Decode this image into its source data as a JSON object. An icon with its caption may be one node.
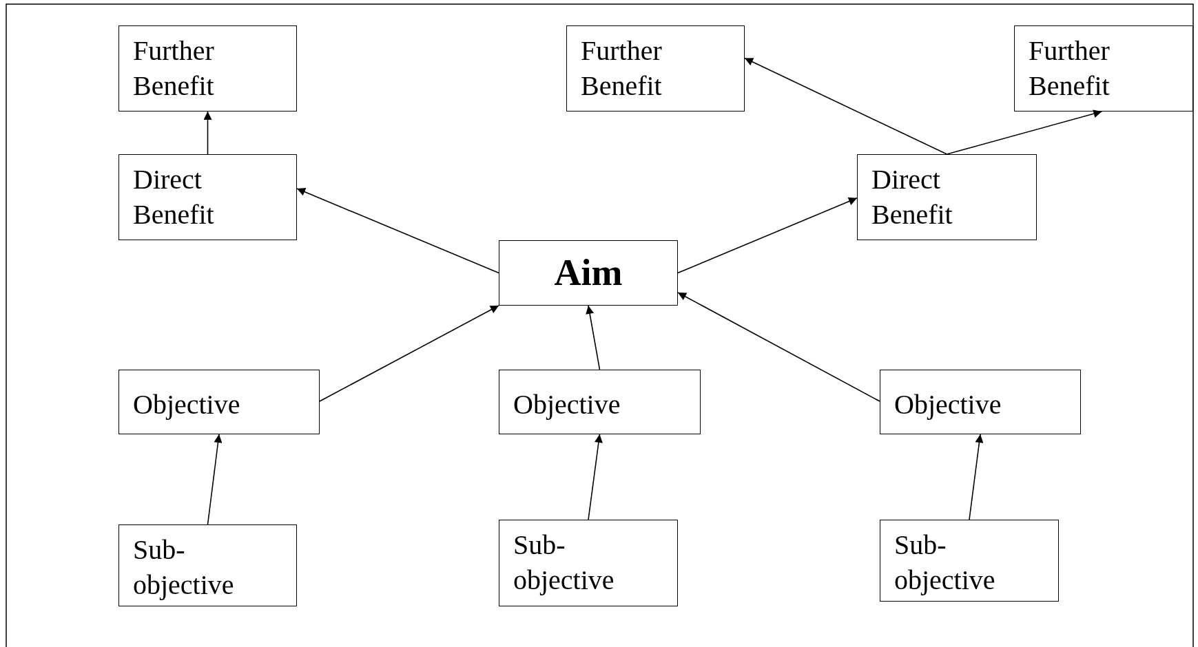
{
  "diagram": {
    "nodes": [
      {
        "text": [
          "Further Benefit"
        ]
      },
      {
        "text": [
          "Further Benefit"
        ]
      },
      {
        "text": [
          "Further Benefit"
        ]
      },
      {
        "text": [
          "Direct Benefit"
        ]
      },
      {
        "text": [
          "Aim"
        ]
      },
      {
        "text": [
          "Direct Benefit"
        ]
      },
      {
        "text": [
          "Objective"
        ]
      },
      {
        "text": [
          "Objective"
        ]
      },
      {
        "text": [
          "Objective"
        ]
      },
      {
        "text": [
          "Sub- objective"
        ]
      },
      {
        "text": [
          "Sub- objective"
        ]
      },
      {
        "text": [
          "Sub- objective"
        ]
      }
    ],
    "edges": [
      {
        "from": 3,
        "to": 0,
        "arrow": "to"
      },
      {
        "from": 4,
        "to": 3,
        "arrow": "to"
      },
      {
        "from": 4,
        "to": 5,
        "arrow": "to"
      },
      {
        "from": 5,
        "to": 1,
        "arrow": "to"
      },
      {
        "from": 5,
        "to": 2,
        "arrow": "to"
      },
      {
        "from": 6,
        "to": 4,
        "arrow": "to"
      },
      {
        "from": 7,
        "to": 4,
        "arrow": "to"
      },
      {
        "from": 8,
        "to": 4,
        "arrow": "to"
      },
      {
        "from": 9,
        "to": 6,
        "arrow": "to"
      },
      {
        "from": 10,
        "to": 7,
        "arrow": "to"
      },
      {
        "from": 11,
        "to": 8,
        "arrow": "to"
      }
    ]
  }
}
